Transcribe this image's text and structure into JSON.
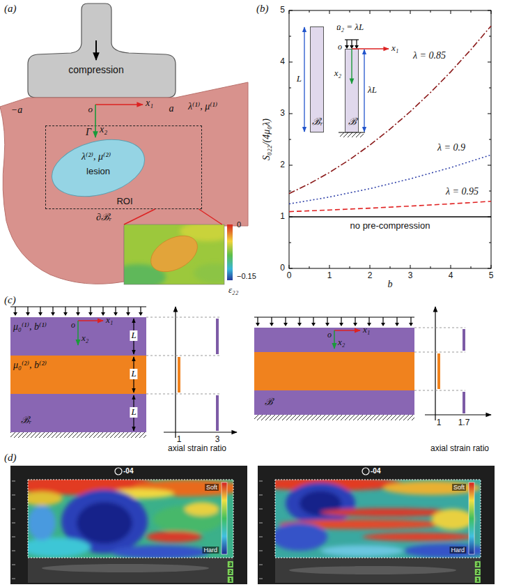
{
  "diagram": {
    "nodes": [
      {
        "text": [
          "compression"
        ]
      },
      {
        "text": [
          "λ⁽¹⁾, μ⁽¹⁾"
        ]
      },
      {
        "text": [
          "ROI"
        ],
        "in": 1
      },
      {
        "text": [
          "λ⁽²⁾, μ⁽²⁾",
          "lesion"
        ],
        "in": 2
      },
      {
        "text": [
          "ε₂₂"
        ]
      },
      {
        "text": [
          "ℬᵣ"
        ]
      },
      {
        "text": [
          "ℬ"
        ]
      },
      {
        "text": [
          "μ₀⁽¹⁾, b⁽¹⁾"
        ]
      },
      {
        "text": [
          "μ₀⁽²⁾, b⁽²⁾"
        ]
      },
      {
        "text": [
          "ℬᵣ"
        ]
      },
      {
        "text": [
          "ℬ"
        ]
      }
    ],
    "edges": [
      {
        "from": 2,
        "to": 4,
        "arrow": "none"
      },
      {
        "from": 2,
        "to": 4,
        "arrow": "none"
      }
    ],
    "labels": [
      "(a)",
      "−a",
      "o",
      "a",
      "x₁",
      "x₂",
      "Γ",
      "∂ℬᵣ",
      "0",
      "−0.15",
      "(b)",
      "S₀₂₂/(4μ₀λ̇)",
      "0",
      "1",
      "2",
      "3",
      "4",
      "5",
      "0",
      "1",
      "2",
      "3",
      "4",
      "5",
      "b",
      "λ = 0.85",
      "λ = 0.9",
      "λ = 0.95",
      "no pre-compression",
      "u̇₂ = λ̇L",
      "o",
      "x₁",
      "x₂",
      "L",
      "λL",
      "(c)",
      "o",
      "x₁",
      "x₂",
      "L",
      "L",
      "L",
      "1",
      "3",
      "axial strain ratio",
      "o",
      "x₁",
      "x₂",
      "1",
      "1.7",
      "axial strain ratio",
      "(d)",
      "-04",
      "Soft",
      "Hard",
      "3",
      "2",
      "1",
      "-04",
      "Soft",
      "Hard",
      "3",
      "2",
      "1"
    ]
  }
}
